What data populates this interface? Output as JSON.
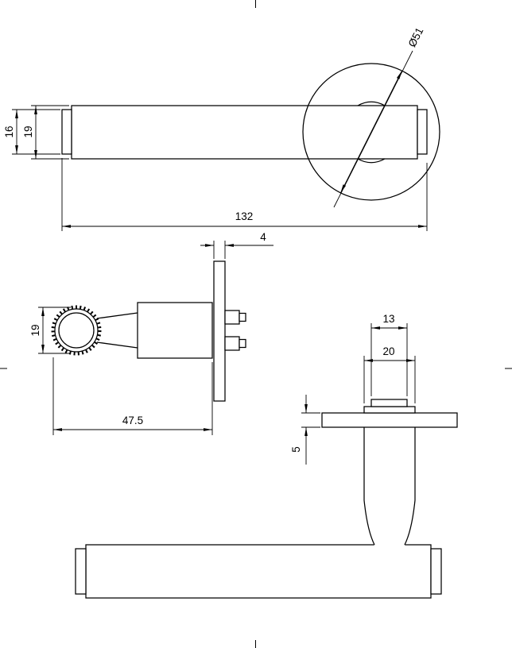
{
  "sheet": {
    "background": "#ffffff",
    "line_color": "#000000"
  },
  "dimensions": {
    "top_view": {
      "rose_diameter": "Ø51",
      "end_cap_height": "16",
      "grip_diameter": "19",
      "lever_length": "132"
    },
    "side_view": {
      "rose_thickness": "4",
      "knob_diameter": "19",
      "projection": "47.5"
    },
    "front_view": {
      "spindle_boss_width": "13",
      "neck_width": "20",
      "rose_height": "5"
    }
  }
}
